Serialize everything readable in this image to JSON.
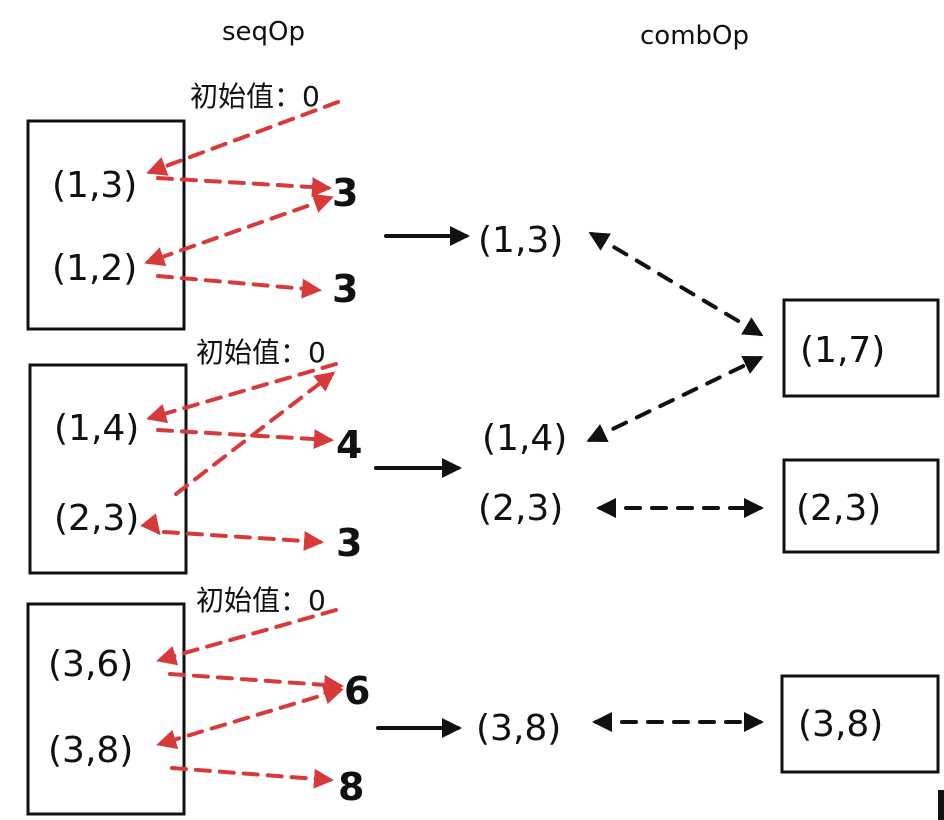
{
  "headers": {
    "seq": "seqOp",
    "comb": "combOp"
  },
  "colors": {
    "seq_arrows": "#d63a3a",
    "comb_arrows": "#111111"
  },
  "partitions": [
    {
      "init_label": "初始值：",
      "init_value": "0",
      "items": [
        "(1,3)",
        "(1,2)"
      ],
      "seq_results": [
        "3",
        "3"
      ]
    },
    {
      "init_label": "初始值：",
      "init_value": "0",
      "items": [
        "(1,4)",
        "(2,3)"
      ],
      "seq_results": [
        "4",
        "3"
      ]
    },
    {
      "init_label": "初始值：",
      "init_value": "0",
      "items": [
        "(3,6)",
        "(3,8)"
      ],
      "seq_results": [
        "6",
        "8"
      ]
    }
  ],
  "partition_results": [
    [
      "(1,3)"
    ],
    [
      "(1,4)",
      "(2,3)"
    ],
    [
      "(3,8)"
    ]
  ],
  "final_results": [
    "(1,7)",
    "(2,3)",
    "(3,8)"
  ]
}
